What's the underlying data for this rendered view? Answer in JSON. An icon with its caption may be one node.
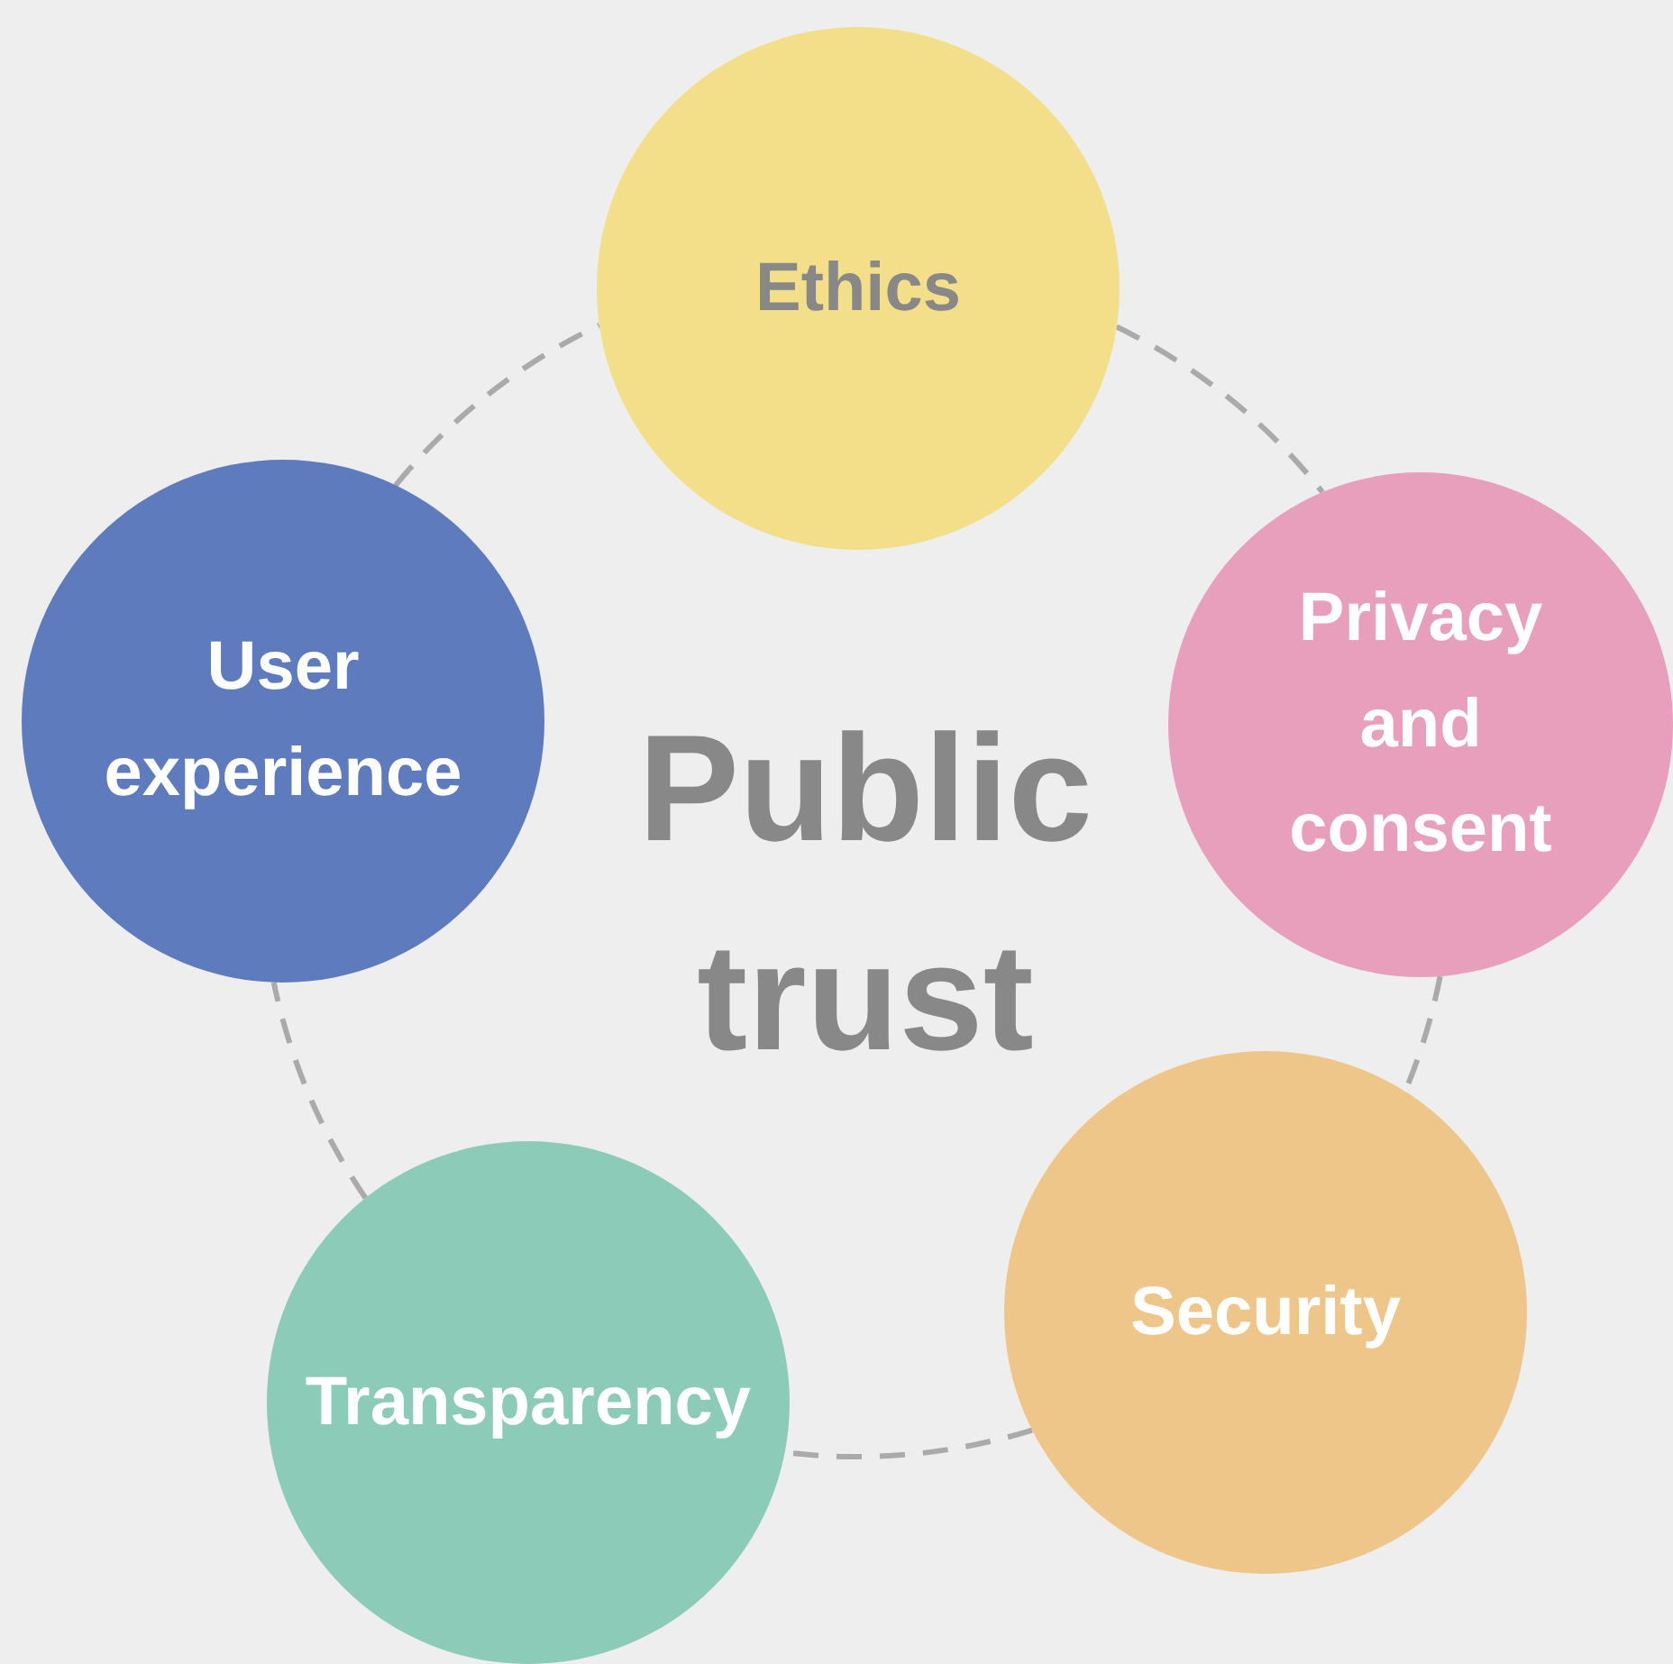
{
  "diagram": {
    "nodes": [
      {
        "text": [
          "Ethics"
        ]
      },
      {
        "text": [
          "Privacy and consent"
        ]
      },
      {
        "text": [
          "Security"
        ]
      },
      {
        "text": [
          "Transparency"
        ]
      },
      {
        "text": [
          "User experience"
        ]
      }
    ],
    "edges": [
      {
        "from": 0,
        "to": 1,
        "arrow": "none",
        "style": "dashed"
      },
      {
        "from": 1,
        "to": 2,
        "arrow": "none",
        "style": "dashed"
      },
      {
        "from": 2,
        "to": 3,
        "arrow": "none",
        "style": "dashed"
      },
      {
        "from": 3,
        "to": 4,
        "arrow": "none",
        "style": "dashed"
      },
      {
        "from": 4,
        "to": 0,
        "arrow": "none",
        "style": "dashed"
      }
    ],
    "labels": [
      "Public trust"
    ]
  }
}
